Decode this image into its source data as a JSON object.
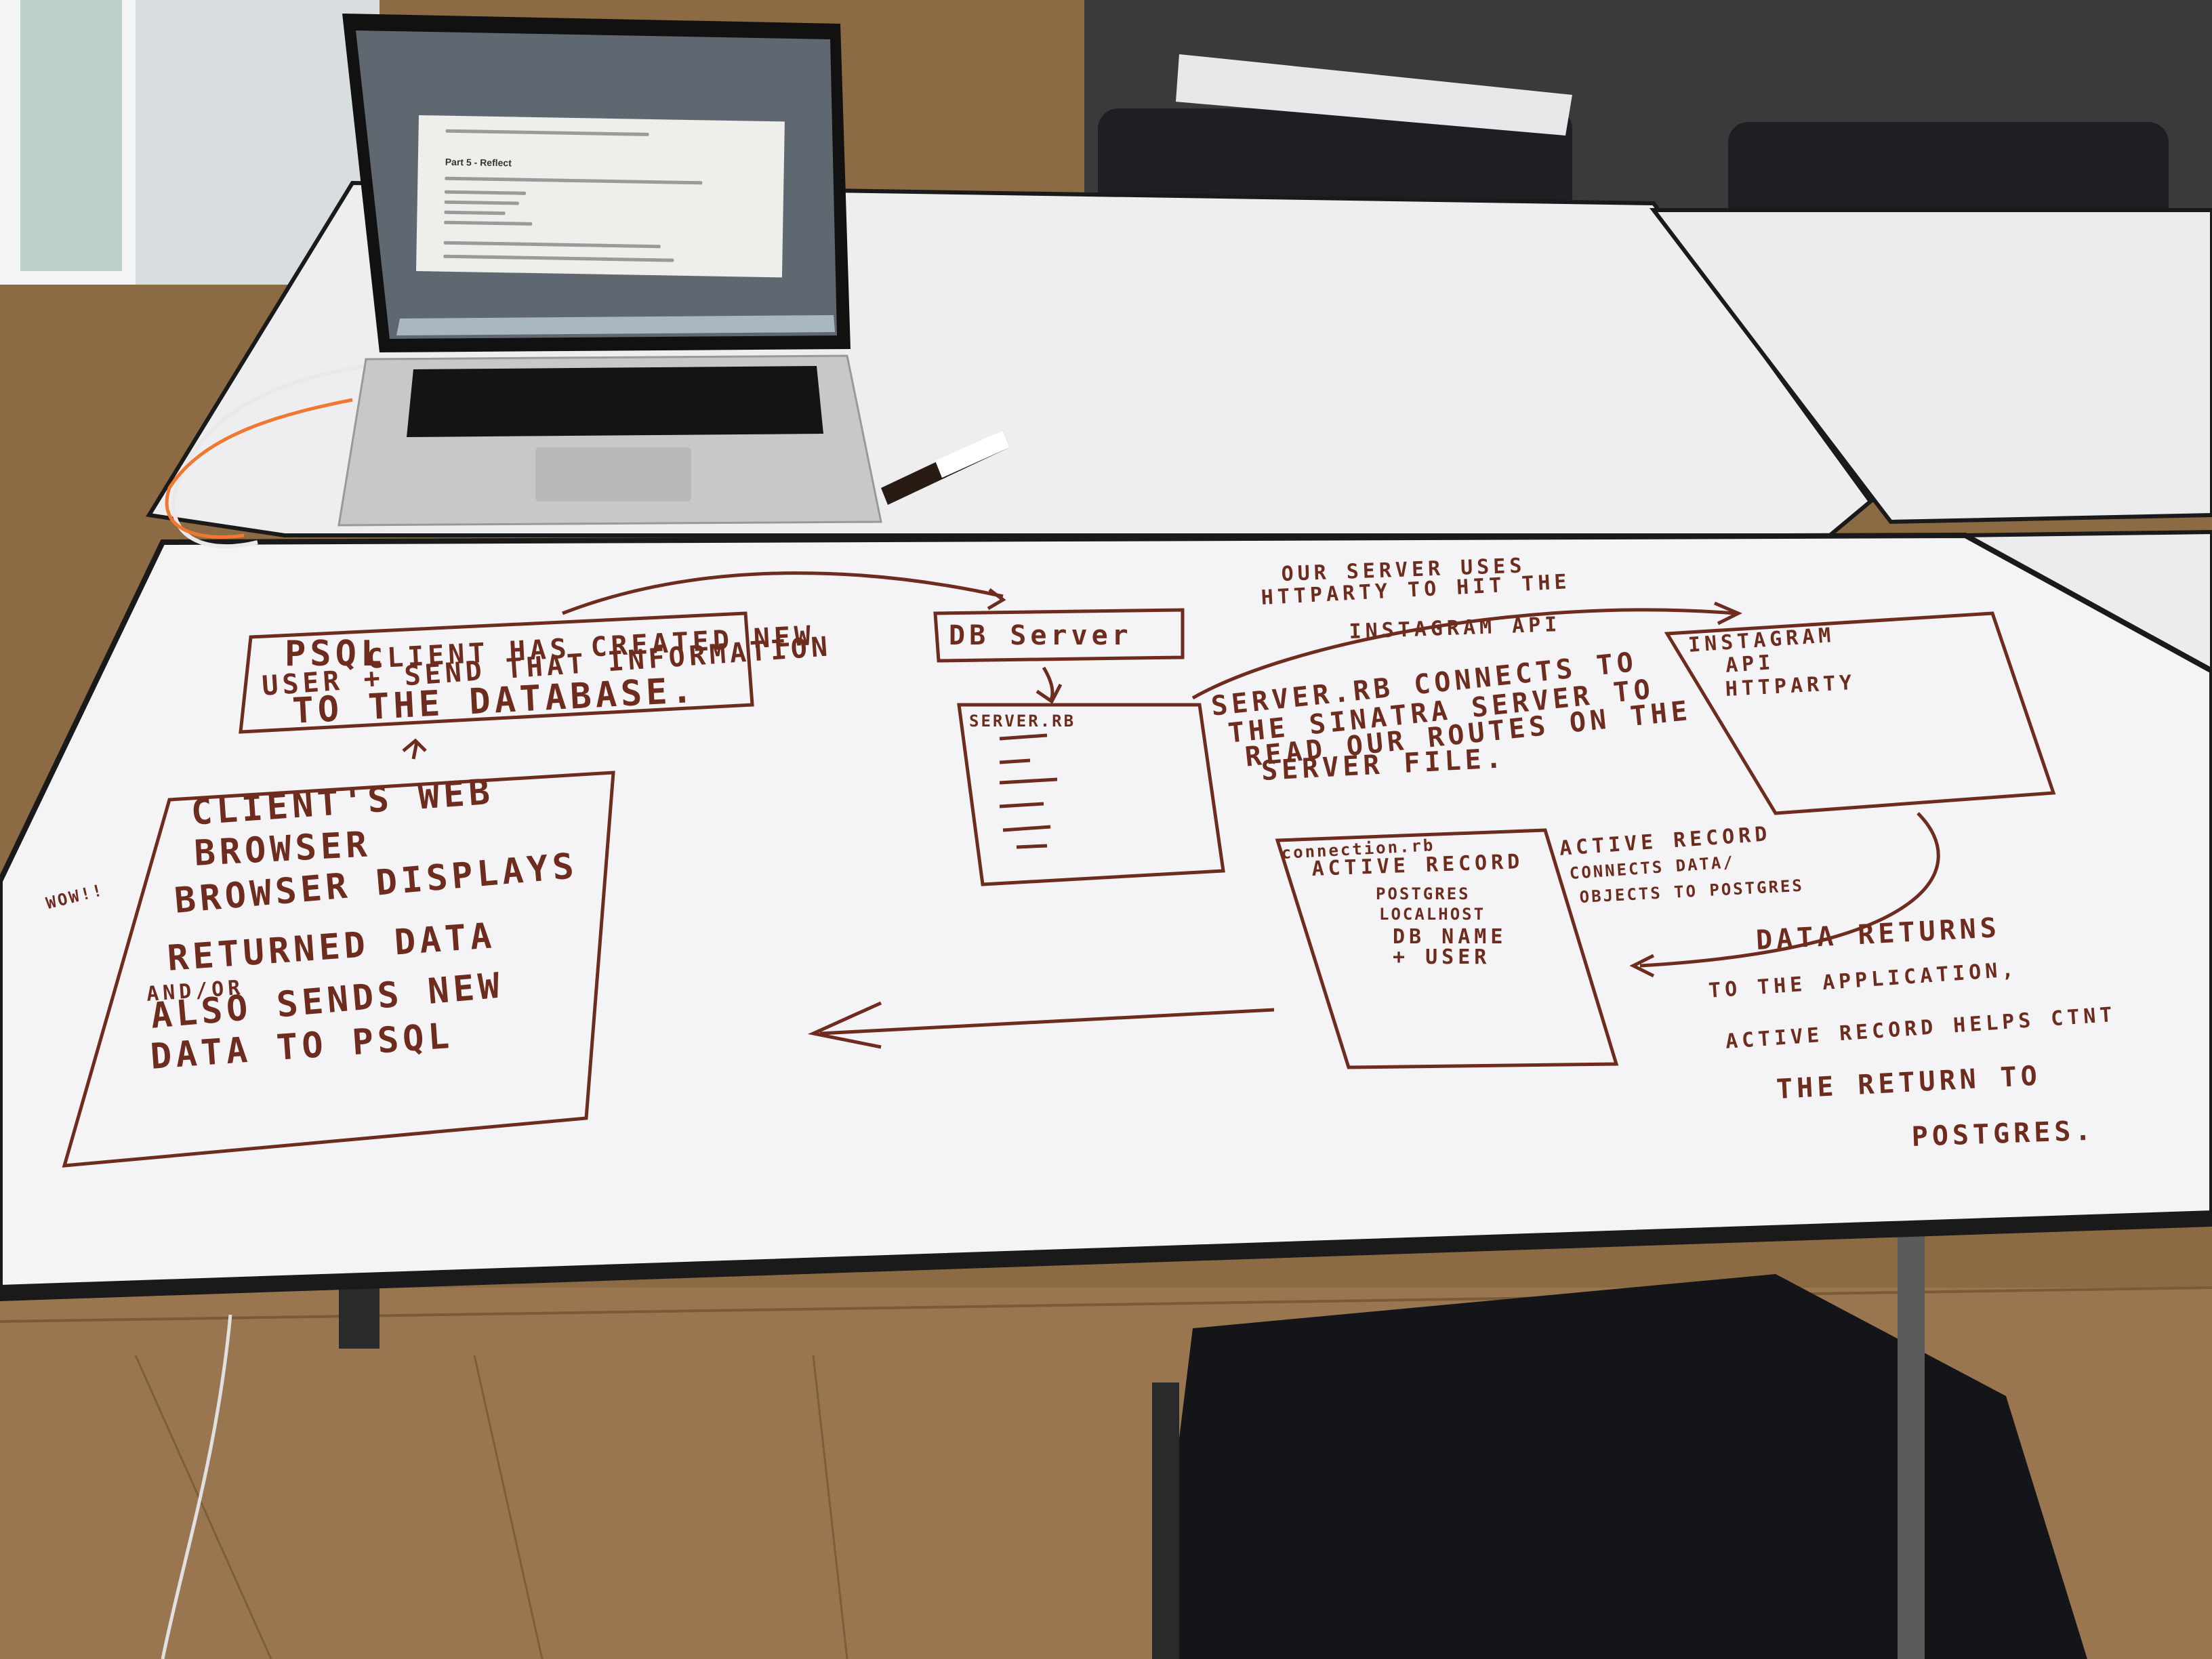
{
  "scene": {
    "description_free": true
  },
  "laptop": {
    "screen_heading": "Part 5 - Reflect"
  },
  "whiteboard": {
    "psql_box": [
      "PSQL",
      "CLIENT HAS CREATED NEW",
      "USER + SEND THAT INFORMATION",
      "TO THE DATABASE."
    ],
    "db_server_box": "DB Server",
    "server_rb_box_title": "SERVER.RB",
    "top_note": [
      "OUR SERVER USES",
      "HTTPARTY TO HIT THE",
      "INSTAGRAM API"
    ],
    "instagram_box": [
      "INSTAGRAM",
      "API",
      "HTTPARTY"
    ],
    "server_rb_note": [
      "SERVER.RB CONNECTS TO",
      "THE SINATRA SERVER TO",
      "READ OUR ROUTES ON THE",
      "SERVER FILE."
    ],
    "client_box": [
      "CLIENT'S WEB",
      "BROWSER",
      "BROWSER DISPLAYS",
      "RETURNED DATA",
      "AND/OR",
      "ALSO SENDS NEW",
      "DATA TO PSQL"
    ],
    "side_label": "WOW!!",
    "connection_box": [
      "connection.rb",
      "ACTIVE RECORD",
      "POSTGRES",
      "LOCALHOST",
      "DB NAME",
      "+ USER"
    ],
    "active_record_note": [
      "ACTIVE RECORD",
      "CONNECTS DATA/",
      "OBJECTS TO POSTGRES"
    ],
    "data_returns_note": [
      "DATA RETURNS",
      "TO THE APPLICATION,",
      "ACTIVE RECORD HELPS CTNT",
      "THE RETURN TO",
      "POSTGRES."
    ]
  },
  "colors": {
    "marker": "#6e2c1e",
    "board": "#f4f4f6",
    "floor": "#8a6a45"
  }
}
